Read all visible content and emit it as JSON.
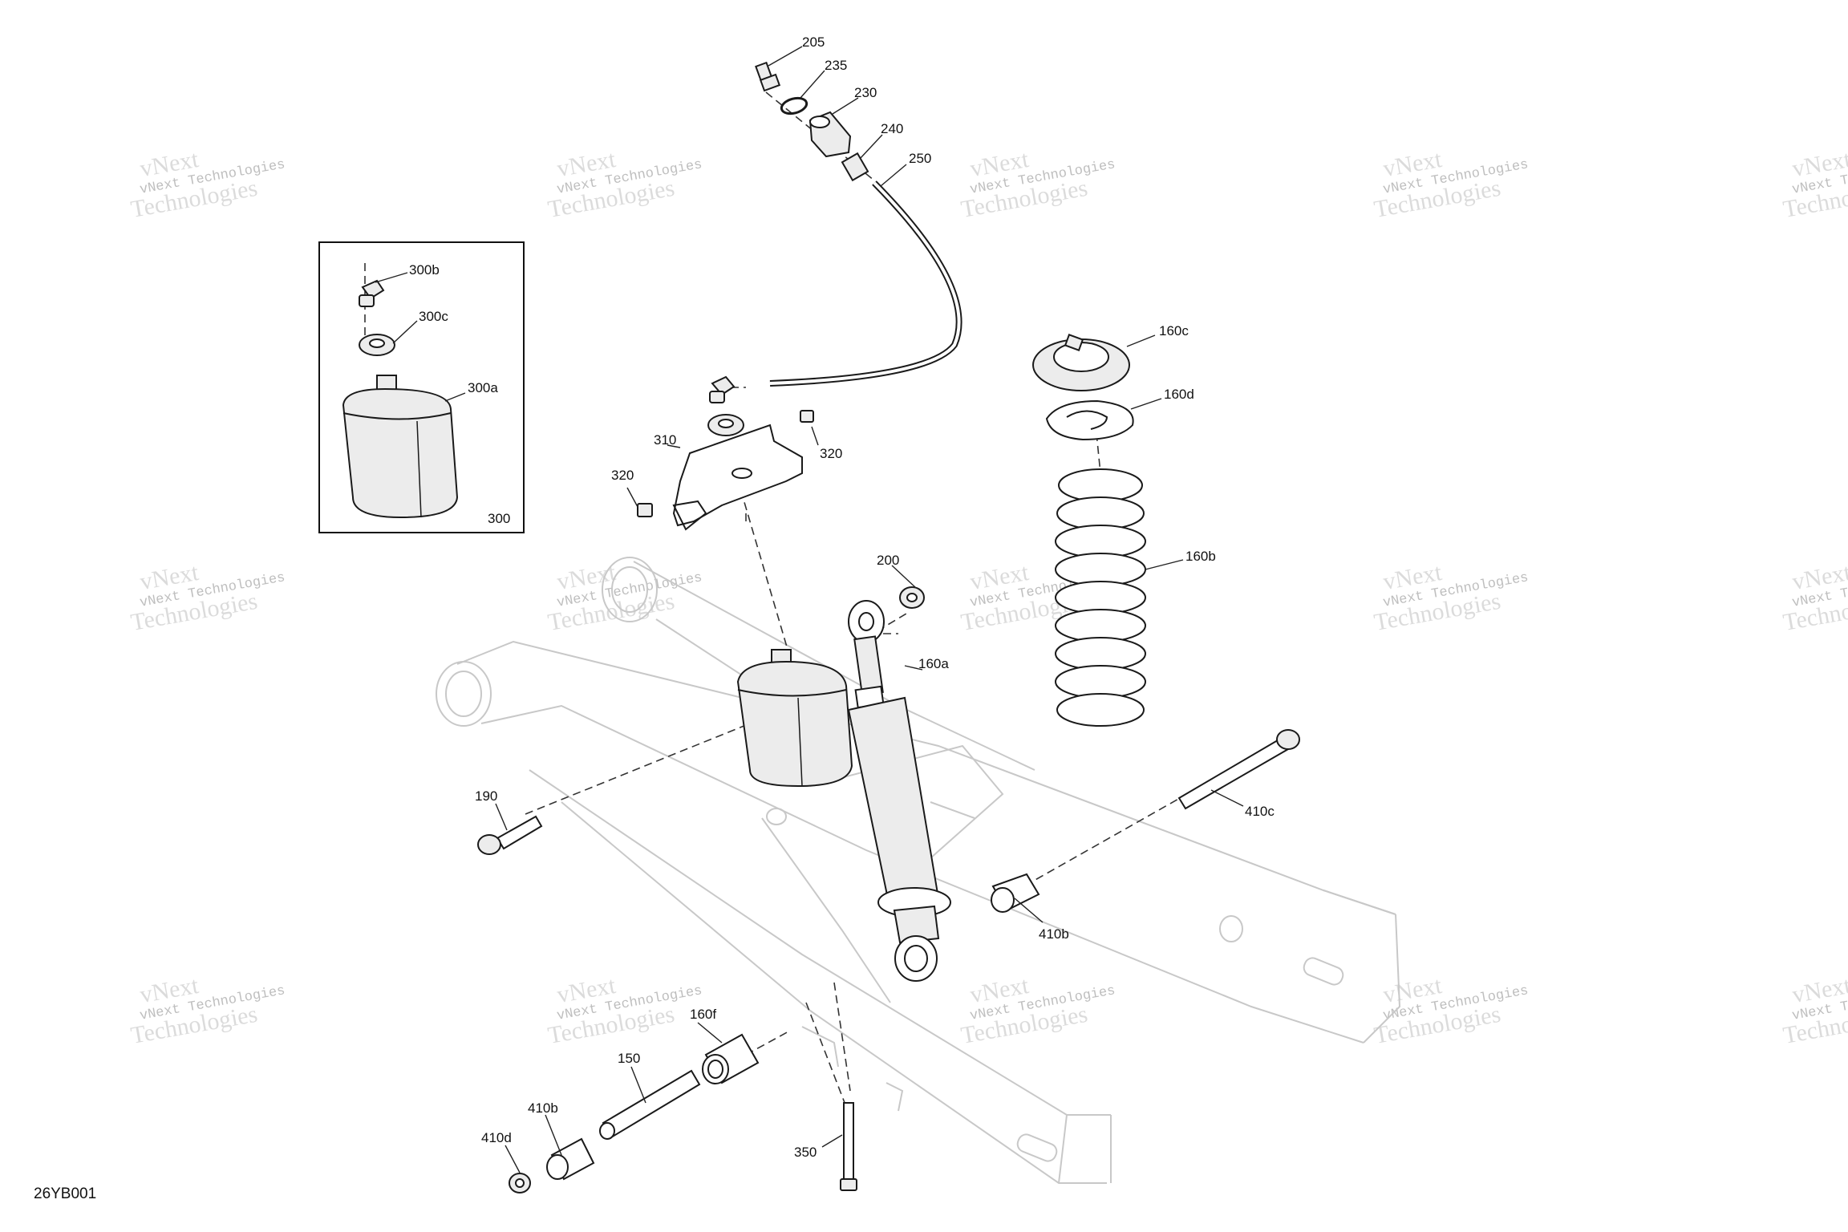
{
  "figure_code": "26YB001",
  "watermark": {
    "line1": "vNext Technologies",
    "line2": "vNext",
    "line3": "Technologies"
  },
  "callouts": {
    "c205": "205",
    "c235": "235",
    "c230": "230",
    "c240": "240",
    "c250": "250",
    "c300b": "300b",
    "c300c": "300c",
    "c300a": "300a",
    "c300": "300",
    "c310": "310",
    "c320a": "320",
    "c320b": "320",
    "c160c": "160c",
    "c160d": "160d",
    "c160b": "160b",
    "c200": "200",
    "c160a": "160a",
    "c190": "190",
    "c410c": "410c",
    "c410b_right": "410b",
    "c160f": "160f",
    "c150": "150",
    "c410b_left": "410b",
    "c410d": "410d",
    "c350": "350"
  }
}
